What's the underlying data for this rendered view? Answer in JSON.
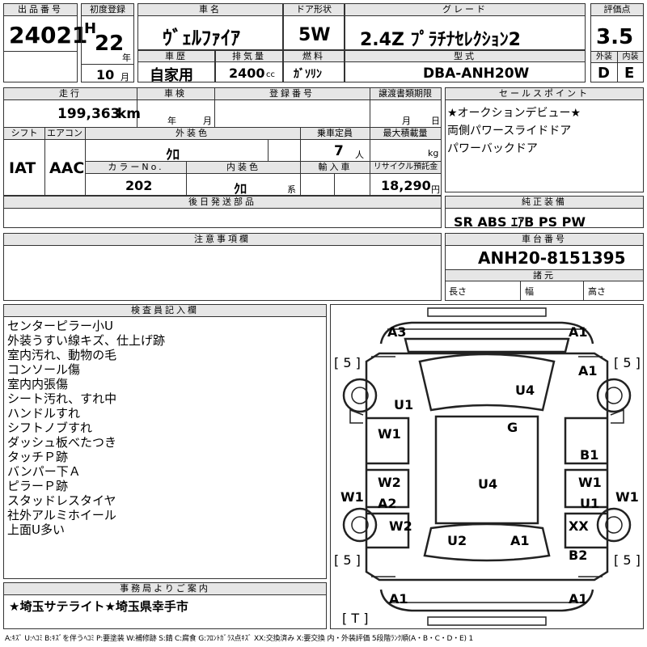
{
  "header": {
    "lot_no_label": "出品番号",
    "lot_no": "24021",
    "first_reg_label": "初度登録",
    "era": "H",
    "year": "22",
    "year_unit": "年",
    "month": "10",
    "month_unit": "月",
    "car_name_label": "車名",
    "car_name": "ｳﾞｪﾙﾌｧｲｱ",
    "door_label": "ドア形状",
    "door": "5W",
    "grade_label": "グレード",
    "grade": "2.4Z ﾌﾟﾗﾁﾅｾﾚｸｼｮﾝ2",
    "score_label": "評価点",
    "score": "3.5",
    "history_label": "車歴",
    "history": "自家用",
    "displacement_label": "排気量",
    "displacement": "2400",
    "displacement_unit": "cc",
    "fuel_label": "燃料",
    "fuel": "ｶﾞｿﾘﾝ",
    "model_label": "型式",
    "model": "DBA-ANH20W",
    "ext_label": "外装",
    "ext_grade": "D",
    "int_label": "内装",
    "int_grade": "E"
  },
  "details": {
    "mileage_label": "走行",
    "mileage": "199,363",
    "mileage_unit": "km",
    "inspection_label": "車検",
    "inspection_year_unit": "年",
    "inspection_month_unit": "月",
    "reg_no_label": "登録番号",
    "transfer_label": "譲渡書類期限",
    "transfer_month_unit": "月",
    "transfer_day_unit": "日",
    "shift_label": "シフト",
    "shift": "IAT",
    "ac_label": "エアコン",
    "ac": "AAC",
    "ext_color_label": "外装色",
    "ext_color": "ｸﾛ",
    "capacity_label": "乗車定員",
    "capacity": "7",
    "capacity_unit": "人",
    "max_load_label": "最大積載量",
    "max_load_unit": "kg",
    "color_no_label": "カラーNo.",
    "color_no": "202",
    "int_color_label": "内装色",
    "int_color": "ｸﾛ",
    "int_color_suffix": "系",
    "import_label": "輸入車",
    "recycle_label": "リサイクル預託金",
    "recycle": "18,290",
    "recycle_unit": "円",
    "later_label": "後日発送部品"
  },
  "sales": {
    "label": "セールスポイント",
    "items": [
      "★オークションデビュー★",
      "両側パワースライドドア",
      "パワーバックドア"
    ]
  },
  "equipment": {
    "label": "純正装備",
    "items": "SR ABS ｴｱB PS PW"
  },
  "caution": {
    "label": "注意事項欄"
  },
  "chassis": {
    "label": "車台番号",
    "value": "ANH20-8151395",
    "spec_label": "諸元",
    "length_label": "長さ",
    "width_label": "幅",
    "height_label": "高さ"
  },
  "inspector": {
    "label": "検査員記入欄",
    "notes": [
      "センターピラー小U",
      "外装うすい線キズ、仕上げ跡",
      "室内汚れ、動物の毛",
      "コンソール傷",
      "室内内張傷",
      "シート汚れ、すれ中",
      "ハンドルすれ",
      "シフトノブすれ",
      "ダッシュ板べたつき",
      "タッチＰ跡",
      "バンパー下Ａ",
      "ピラーＰ跡",
      "スタッドレスタイヤ",
      "社外アルミホイール",
      "上面U多い"
    ]
  },
  "office": {
    "label": "事務局よりご案内",
    "text": "★埼玉サテライト★埼玉県幸手市"
  },
  "diagram": {
    "marks": {
      "a3": "A3",
      "a1_fr": "A1",
      "a1_r": "A1",
      "u4_top": "U4",
      "u1_l": "U1",
      "g": "G",
      "w1_l": "W1",
      "b1": "B1",
      "w2_l": "W2",
      "u4_mid": "U4",
      "w1_r": "W1",
      "a2": "A2",
      "u1_r": "U1",
      "w1_lo": "W1",
      "w1_ro": "W1",
      "w2_l2": "W2",
      "xx": "XX",
      "u2": "U2",
      "a1_lo": "A1",
      "b2": "B2",
      "a1_bl": "A1",
      "a1_br": "A1"
    },
    "tires": {
      "tl": "5",
      "tr": "5",
      "bl": "5",
      "br": "5",
      "spare": "T"
    }
  },
  "legend": "A:ｷｽﾞ U:ﾍｺﾐ B:ｷｽﾞを伴うﾍｺﾐ P:要塗装 W:補修跡 S:錆 C:腐食 G:ﾌﾛﾝﾄｶﾞﾗｽ点ｷｽﾞ XX:交換済み X:要交換 内・外装評価 5段階ﾗﾝｸ順(A・B・C・D・E) 1"
}
